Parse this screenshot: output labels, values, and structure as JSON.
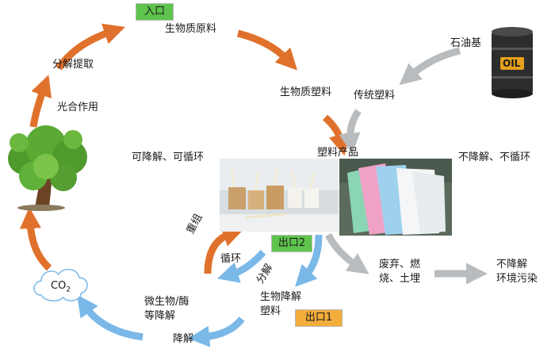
{
  "labels": {
    "entrance": "入口",
    "biomass_raw": "生物质原料",
    "petroleum": "石油基",
    "biomass_plastic": "生物质塑料",
    "traditional_plastic": "传统塑料",
    "decompose_extract": "分解提取",
    "photosynthesis": "光合作用",
    "plastic_products": "塑料产品",
    "degradable_recyclable": "可降解、可循环",
    "nondegradable_nonrecyclable": "不降解、不循环",
    "recombine": "重组",
    "cycle": "循环",
    "exit2": "出口2",
    "decompose": "分解",
    "waste_line1": "废弃、燃",
    "waste_line2": "烧、土埋",
    "pollution_line1": "不降解",
    "pollution_line2": "环境污染",
    "co2_base": "CO",
    "co2_sub": "2",
    "microbe_line1": "微生物/酶",
    "microbe_line2": "等降解",
    "bio_degradable_line1": "生物降解",
    "bio_degradable_line2": "塑料",
    "exit1": "出口1",
    "degrade": "降解",
    "oil_drum_text": "OIL"
  },
  "colors": {
    "orange_arrow": "#e0712c",
    "blue_arrow": "#7ab8e8",
    "gray_arrow": "#b9bcbe",
    "exit2_box": "#5ec44d",
    "exit1_box": "#f3ad3a"
  }
}
